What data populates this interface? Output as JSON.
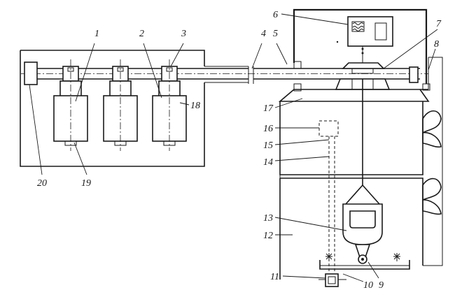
{
  "labels": {
    "n1": "1",
    "n2": "2",
    "n3": "3",
    "n4": "4",
    "n5": "5",
    "n6": "6",
    "n7": "7",
    "n8": "8",
    "n9": "9",
    "n10": "10",
    "n11": "11",
    "n12": "12",
    "n13": "13",
    "n14": "14",
    "n15": "15",
    "n16": "16",
    "n17": "17",
    "n18": "18",
    "n19": "19",
    "n20": "20"
  }
}
